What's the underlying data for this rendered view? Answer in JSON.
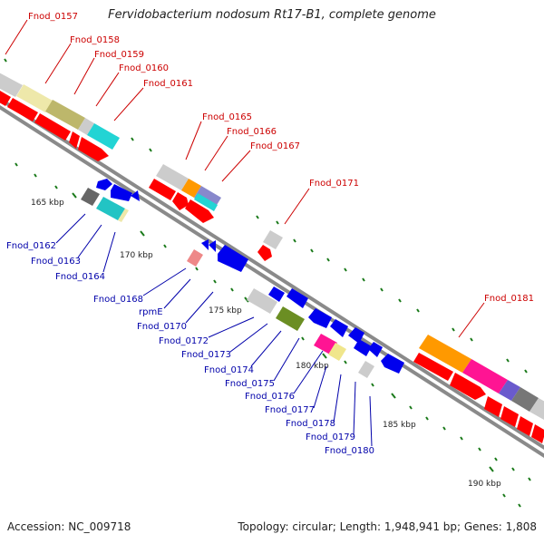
{
  "header": {
    "title": "Fervidobacterium nodosum Rt17-B1, complete genome"
  },
  "footer": {
    "accession": "Accession: NC_009718",
    "topology": "Topology: circular; Length: 1,948,941 bp; Genes: 1,808"
  },
  "scale_labels": [
    "165 kbp",
    "170 kbp",
    "175 kbp",
    "180 kbp",
    "185 kbp",
    "190 kbp"
  ],
  "forward_genes": [
    "Fnod_0157",
    "Fnod_0158",
    "Fnod_0159",
    "Fnod_0160",
    "Fnod_0161",
    "Fnod_0165",
    "Fnod_0166",
    "Fnod_0167",
    "Fnod_0171",
    "Fnod_0181"
  ],
  "reverse_genes": [
    "Fnod_0162",
    "Fnod_0163",
    "Fnod_0164",
    "Fnod_0168",
    "rpmE",
    "Fnod_0170",
    "Fnod_0172",
    "Fnod_0173",
    "Fnod_0174",
    "Fnod_0175",
    "Fnod_0176",
    "Fnod_0177",
    "Fnod_0178",
    "Fnod_0179",
    "Fnod_0180"
  ],
  "colors": {
    "forward_label": "#cc0000",
    "reverse_label": "#0000aa",
    "cds_forward": "#ff0000",
    "cds_reverse": "#0000ee",
    "backbone": "#888888",
    "tick": "#1a7a1a"
  }
}
